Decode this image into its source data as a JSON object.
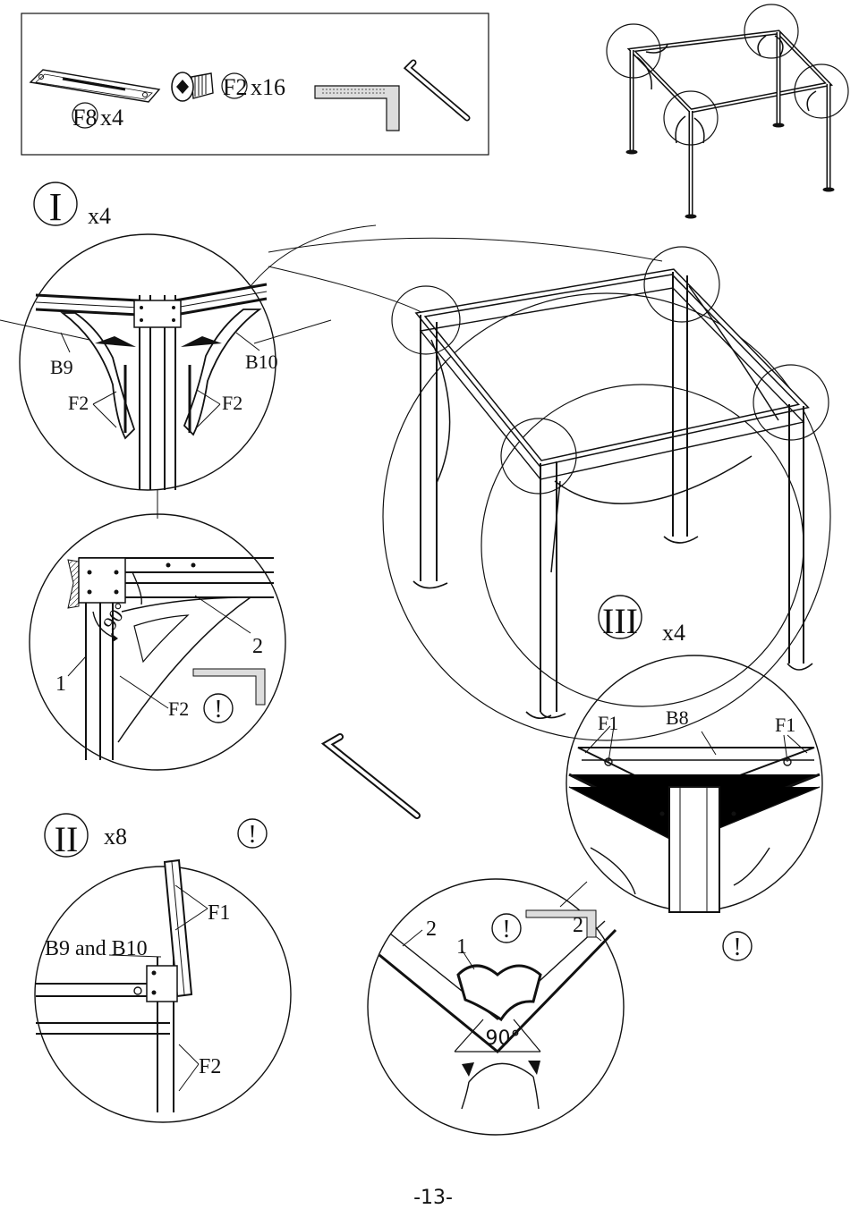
{
  "parts_box": {
    "f8_code": "F8",
    "f8_qty": "x4",
    "f2_code": "F2",
    "f2_qty": "x16"
  },
  "steps": {
    "step1": {
      "numeral": "I",
      "qty": "x4"
    },
    "step2": {
      "numeral": "II",
      "qty": "x8"
    },
    "step3": {
      "numeral": "III",
      "qty": "x4"
    }
  },
  "callouts": {
    "detail_a": {
      "b9": "B9",
      "b10": "B10",
      "f2_left": "F2",
      "f2_right": "F2"
    },
    "detail_b": {
      "part1": "1",
      "part2": "2",
      "f2": "F2",
      "angle": "90°",
      "warn": "!"
    },
    "detail_c": {
      "f1_left": "F1",
      "b8": "B8",
      "f1_right": "F1"
    },
    "detail_d": {
      "f1": "F1",
      "b9_b10": "B9 and B10",
      "f2": "F2"
    },
    "detail_e": {
      "part2_left": "2",
      "part1": "1",
      "part2_right": "2",
      "angle": "90°",
      "warn": "!"
    },
    "warn_step2": "!",
    "warn_right": "!"
  },
  "page_number": "-13-"
}
